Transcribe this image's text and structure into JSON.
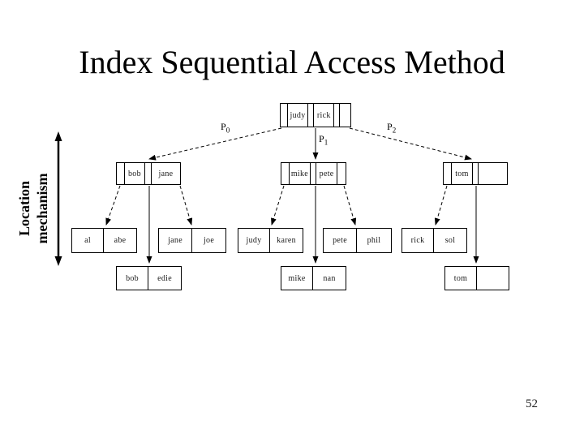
{
  "title": "Index Sequential Access Method",
  "page_number": "52",
  "location_label": {
    "line1": "Location",
    "line2": "mechanism"
  },
  "pointer_labels": {
    "p0": {
      "base": "P",
      "sub": "0"
    },
    "p1": {
      "base": "P",
      "sub": "1"
    },
    "p2": {
      "base": "P",
      "sub": "2"
    }
  },
  "tree": {
    "root": {
      "keys": [
        "judy",
        "rick"
      ]
    },
    "level2": [
      {
        "keys": [
          "bob",
          "jane"
        ]
      },
      {
        "keys": [
          "mike",
          "pete"
        ]
      },
      {
        "keys": [
          "tom",
          ""
        ]
      }
    ],
    "leaves": [
      {
        "keys": [
          "al",
          "abe"
        ]
      },
      {
        "keys": [
          "jane",
          "joe"
        ]
      },
      {
        "keys": [
          "judy",
          "karen"
        ]
      },
      {
        "keys": [
          "pete",
          "phil"
        ]
      },
      {
        "keys": [
          "rick",
          "sol"
        ]
      }
    ],
    "data_blocks": [
      {
        "keys": [
          "bob",
          "edie"
        ]
      },
      {
        "keys": [
          "mike",
          "nan"
        ]
      },
      {
        "keys": [
          "tom",
          ""
        ]
      }
    ]
  }
}
